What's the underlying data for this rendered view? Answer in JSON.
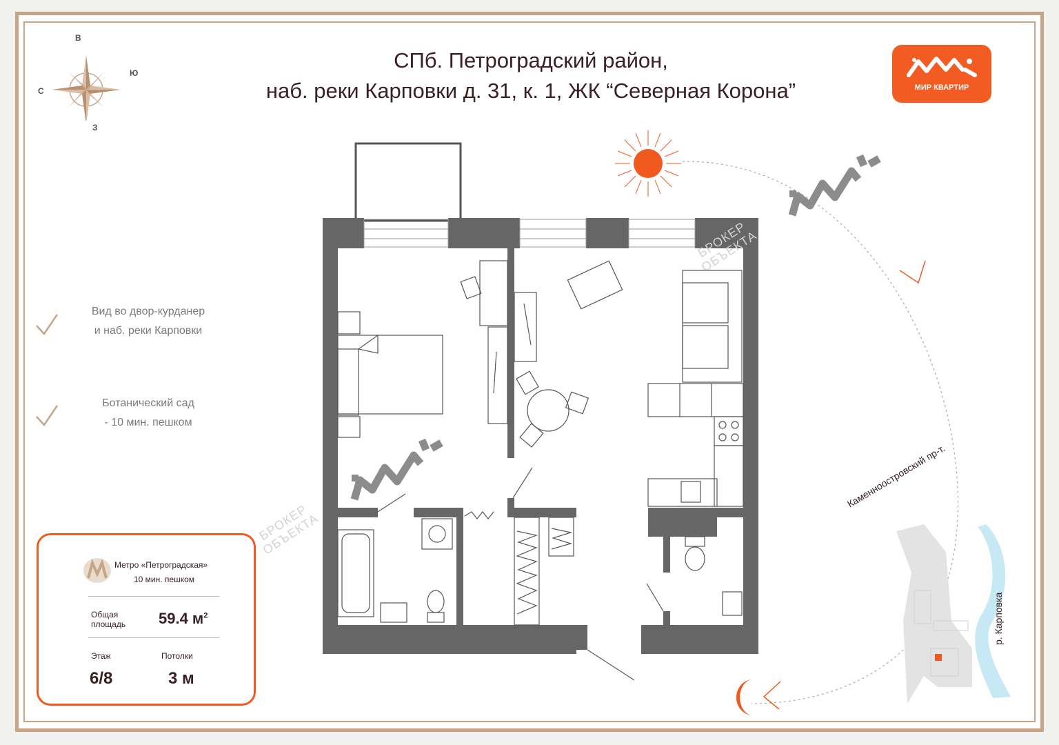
{
  "title": {
    "line1": "СПб. Петроградский район,",
    "line2": "наб. реки Карповки д. 31, к. 1, ЖК “Северная Корона”"
  },
  "compass": {
    "north": "В",
    "east": "Ю",
    "west": "С",
    "south": "З"
  },
  "features": [
    {
      "line1": "Вид во двор-курданер",
      "line2": "и наб. реки Карповки"
    },
    {
      "line1": "Ботанический сад",
      "line2": "- 10 мин. пешком"
    }
  ],
  "info": {
    "metro_name": "Метро «Петроградская»",
    "metro_time": "10 мин. пешком",
    "area_label_1": "Общая",
    "area_label_2": "площадь",
    "area_value": "59.4 м",
    "area_sup": "2",
    "floor_label": "Этаж",
    "floor_value": "6/8",
    "ceiling_label": "Потолки",
    "ceiling_value": "3 м"
  },
  "logo": {
    "text": "МИР КВАРТИР"
  },
  "map": {
    "avenue": "Каменноостровский пр-т.",
    "river": "р. Карповка"
  },
  "watermark": {
    "line1": "БРОКЕР",
    "line2": "ОБЪЕКТА"
  },
  "colors": {
    "accent": "#f05a1f",
    "frame": "#c8a487",
    "wall": "#666666",
    "text": "#3a2025"
  }
}
